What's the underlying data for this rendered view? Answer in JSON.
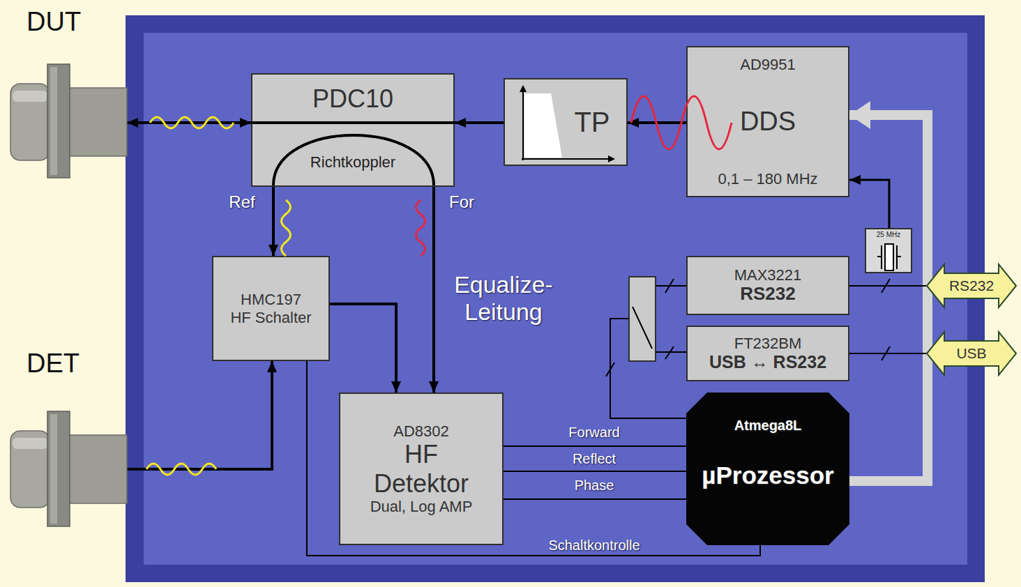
{
  "diagram": {
    "nodes": [
      {
        "text": [
          "DUT"
        ]
      },
      {
        "text": [
          "PDC10",
          "Richtkoppler"
        ]
      },
      {
        "text": [
          "TP"
        ]
      },
      {
        "text": [
          "AD9951",
          "DDS",
          "0,1 – 180 MHz"
        ]
      },
      {
        "text": [
          "25 MHz"
        ]
      },
      {
        "text": [
          "HMC197 HF Schalter"
        ]
      },
      {
        "text": [
          "MAX3221",
          "RS232"
        ]
      },
      {
        "text": [
          "RS232"
        ]
      },
      {
        "text": [
          "FT232BM",
          "USB ↔ RS232"
        ]
      },
      {
        "text": [
          "USB"
        ]
      },
      {
        "text": [
          "DET"
        ]
      },
      {
        "text": [
          "AD8302",
          "HF Detektor",
          "Dual, Log AMP"
        ]
      },
      {
        "text": [
          "Atmega8L",
          "µProzessor"
        ]
      }
    ],
    "edges": [
      {
        "from": 0,
        "to": 1,
        "arrow": "both"
      },
      {
        "from": 2,
        "to": 1,
        "arrow": "to"
      },
      {
        "from": 3,
        "to": 2,
        "arrow": "to"
      },
      {
        "from": 4,
        "to": 3,
        "arrow": "to"
      },
      {
        "from": 12,
        "to": 3,
        "arrow": "to"
      },
      {
        "from": 1,
        "to": 5,
        "label": "Ref",
        "arrow": "to"
      },
      {
        "from": 1,
        "to": 11,
        "label": "For",
        "arrow": "to"
      },
      {
        "from": 5,
        "to": 11,
        "arrow": "to"
      },
      {
        "from": 10,
        "to": 5,
        "arrow": "to"
      },
      {
        "from": 11,
        "to": 12,
        "label": "Forward",
        "arrow": "none"
      },
      {
        "from": 11,
        "to": 12,
        "label": "Reflect",
        "arrow": "none"
      },
      {
        "from": 11,
        "to": 12,
        "label": "Phase",
        "arrow": "none"
      },
      {
        "from": 12,
        "to": 5,
        "label": "Schaltkontrolle",
        "arrow": "none"
      },
      {
        "from": 12,
        "to": 6,
        "arrow": "none"
      },
      {
        "from": 12,
        "to": 8,
        "arrow": "none"
      },
      {
        "from": 6,
        "to": 7,
        "arrow": "none"
      },
      {
        "from": 8,
        "to": 9,
        "arrow": "none"
      }
    ],
    "labels": [
      "Equalize-Leitung"
    ]
  }
}
